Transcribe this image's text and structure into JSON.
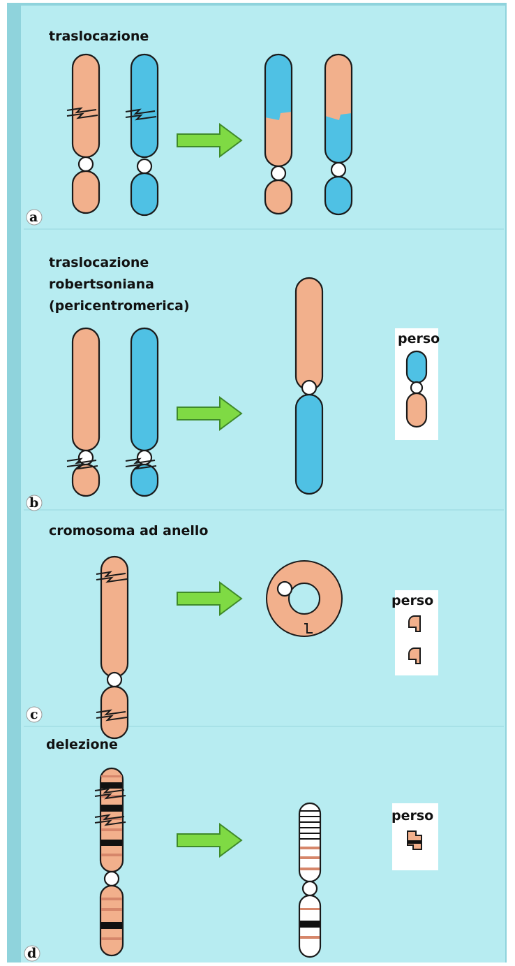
{
  "colors": {
    "background": "#b7ecf1",
    "frame": "#8fd3dc",
    "chromosome_salmon": "#f2b08c",
    "chromosome_cyan": "#4fc1e4",
    "arrow_fill": "#7fda44",
    "arrow_stroke": "#3f8a2a",
    "outline": "#1a1a1a",
    "band_dark": "#111111",
    "band_light": "#d6866a",
    "perso_box": "#ffffff"
  },
  "panels": [
    {
      "id": "a",
      "label": "a",
      "title_lines": [
        "traslocazione"
      ],
      "lost_label": ""
    },
    {
      "id": "b",
      "label": "b",
      "title_lines": [
        "traslocazione",
        "robertsoniana",
        "(pericentromerica)"
      ],
      "lost_label": "perso"
    },
    {
      "id": "c",
      "label": "c",
      "title_lines": [
        "cromosoma ad anello"
      ],
      "lost_label": "perso"
    },
    {
      "id": "d",
      "label": "d",
      "title_lines": [
        "delezione"
      ],
      "lost_label": "perso"
    }
  ]
}
